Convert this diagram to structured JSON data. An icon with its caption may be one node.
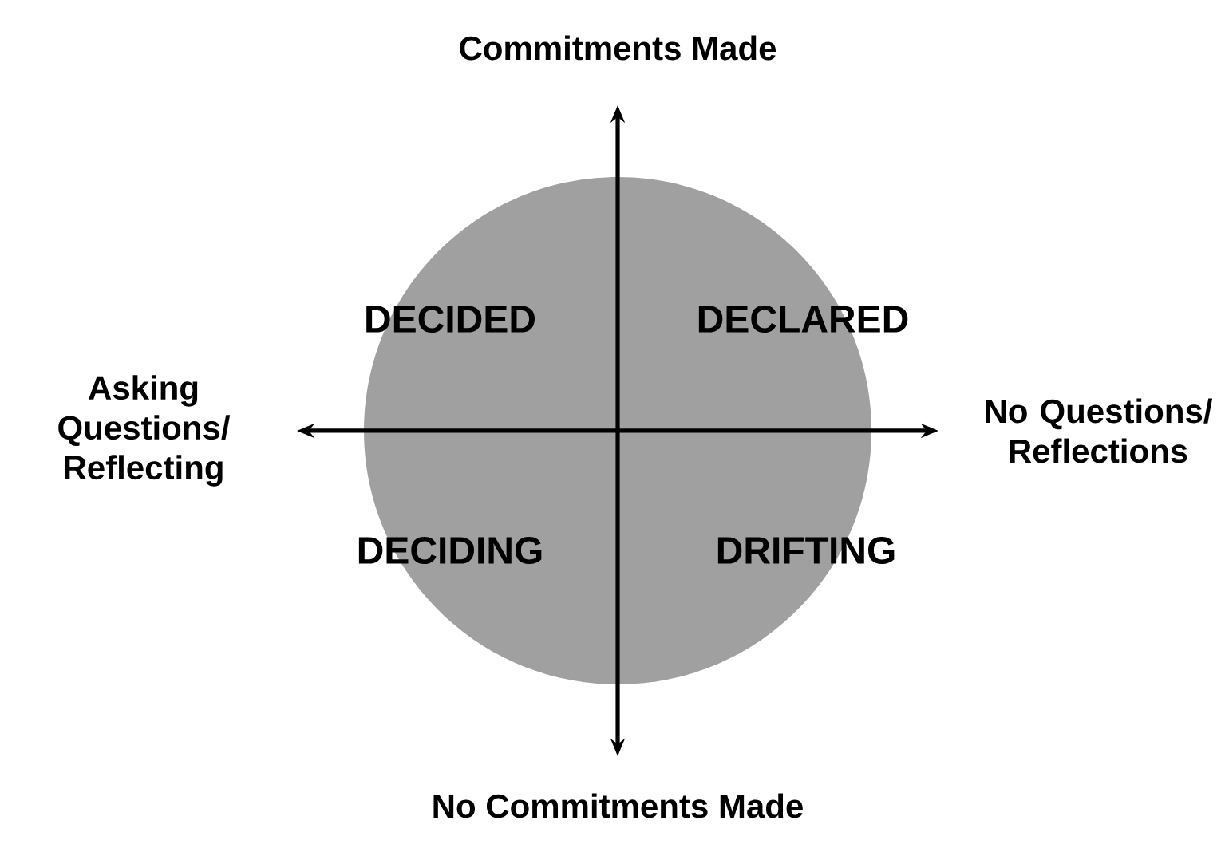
{
  "diagram": {
    "nodes": [
      {
        "text": [
          "DECIDED",
          "DECLARED",
          "DECIDING",
          "DRIFTING"
        ]
      }
    ],
    "labels": [
      "Commitments Made",
      "Asking Questions/ Reflecting",
      "No Questions/ Reflections",
      "No Commitments Made"
    ]
  }
}
